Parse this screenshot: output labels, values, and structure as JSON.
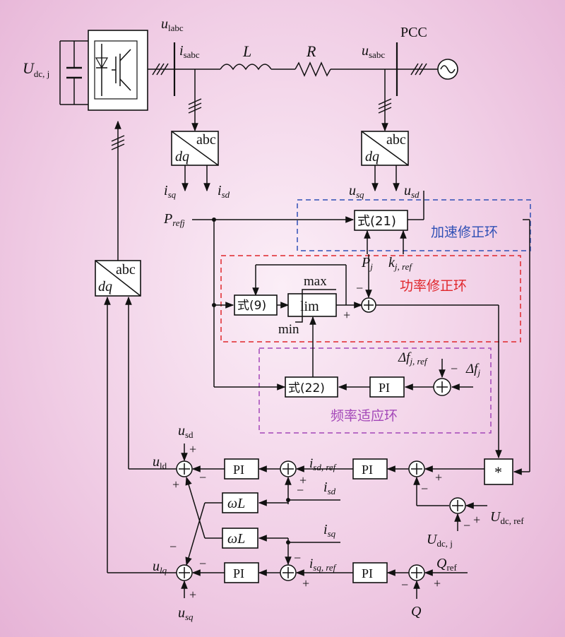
{
  "labels": {
    "udc": "U",
    "udc_sub": "dc, j",
    "ulabc": "u",
    "ulabc_sub": "labc",
    "isabc": "i",
    "isabc_sub": "sabc",
    "L": "L",
    "R": "R",
    "pcc": "PCC",
    "usabc": "u",
    "usabc_sub": "sabc",
    "abc": "abc",
    "dq": "dq",
    "isq_top": "i",
    "isq_top_sub": "sq",
    "isd_top": "i",
    "isd_top_sub": "sd",
    "usq_top": "u",
    "usq_top_sub": "sq",
    "usd_top": "u",
    "usd_top_sub": "sd",
    "pref": "P",
    "pref_sub": "refj",
    "eq21": "式(21)",
    "eq9": "式(9)",
    "eq22": "式(22)",
    "lim": "lim",
    "max": "max",
    "min": "min",
    "pj": "P",
    "pj_sub": "j",
    "kj": "k",
    "kj_sub": "j, ref",
    "dfref": "Δf",
    "dfref_sub": "j, ref",
    "dfj": "Δf",
    "dfj_sub": "j",
    "pi": "PI",
    "mult": "*",
    "wL": "ωL",
    "usd": "u",
    "usd_sub": "sd",
    "uld": "u",
    "uld_sub": "ld",
    "ulq": "u",
    "ulq_sub": "lq",
    "usq": "u",
    "usq_sub": "sq",
    "isd_ref": "i",
    "isd_ref_sub": "sd, ref",
    "isd": "i",
    "isd_sub": "sd",
    "isq": "i",
    "isq_sub": "sq",
    "isq_ref": "i",
    "isq_ref_sub": "sq, ref",
    "udcref": "U",
    "udcref_sub": "dc, ref",
    "udcj": "U",
    "udcj_sub": "dc, j",
    "qref": "Q",
    "qref_sub": "ref",
    "q": "Q",
    "plus": "+",
    "minus": "−"
  },
  "regions": {
    "accel": "加速修正环",
    "power": "功率修正环",
    "freq": "频率适应环"
  },
  "colors": {
    "accel": "#2f4fb5",
    "power": "#e0262b",
    "freq": "#a347b8"
  }
}
